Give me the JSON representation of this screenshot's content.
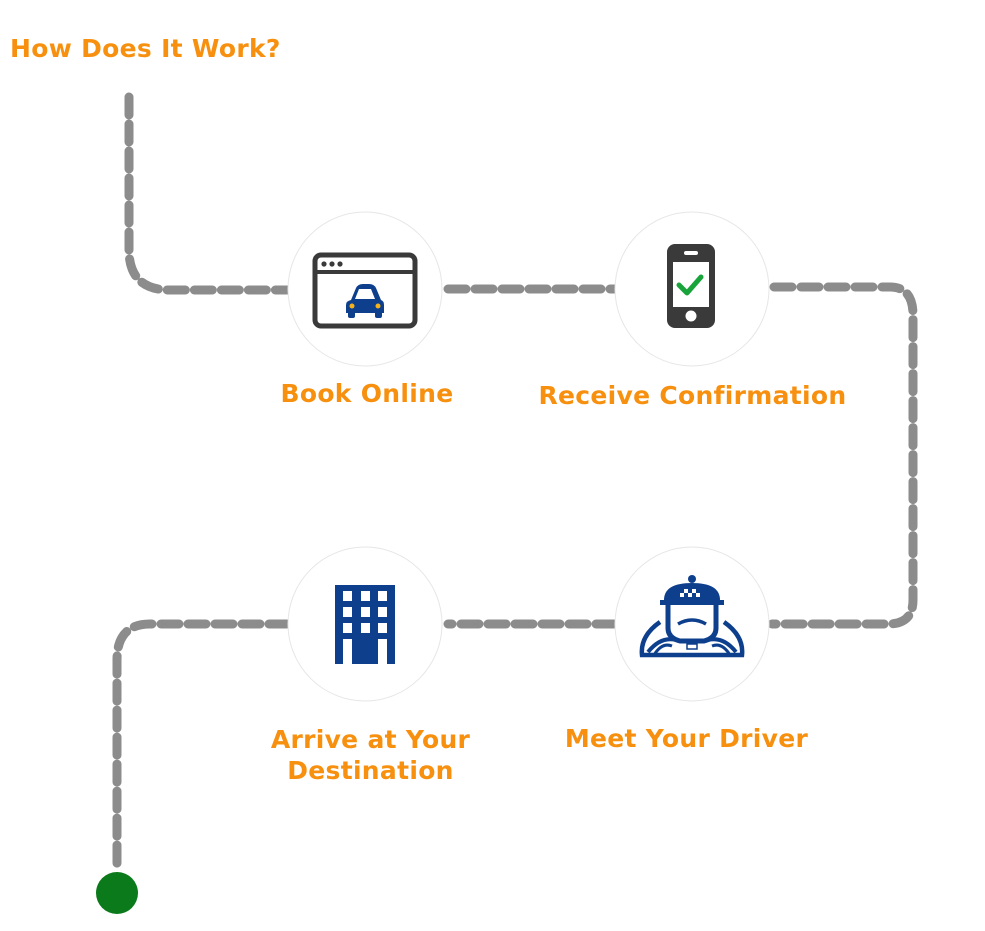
{
  "title": "How Does It Work?",
  "colors": {
    "accent": "#f7900f",
    "path": "#8c8c8c",
    "circle_border": "#e6e6e6",
    "icon_dark": "#3a3a3a",
    "icon_blue": "#0d3f8c",
    "check_green": "#18a43a",
    "end_dot": "#0b7a1a"
  },
  "steps": [
    {
      "label": "Book Online",
      "icon": "browser-car-icon"
    },
    {
      "label": "Receive Confirmation",
      "icon": "phone-check-icon"
    },
    {
      "label": "Meet Your Driver",
      "icon": "taxi-driver-icon"
    },
    {
      "label": "Arrive at Your Destination",
      "icon": "building-icon"
    }
  ]
}
